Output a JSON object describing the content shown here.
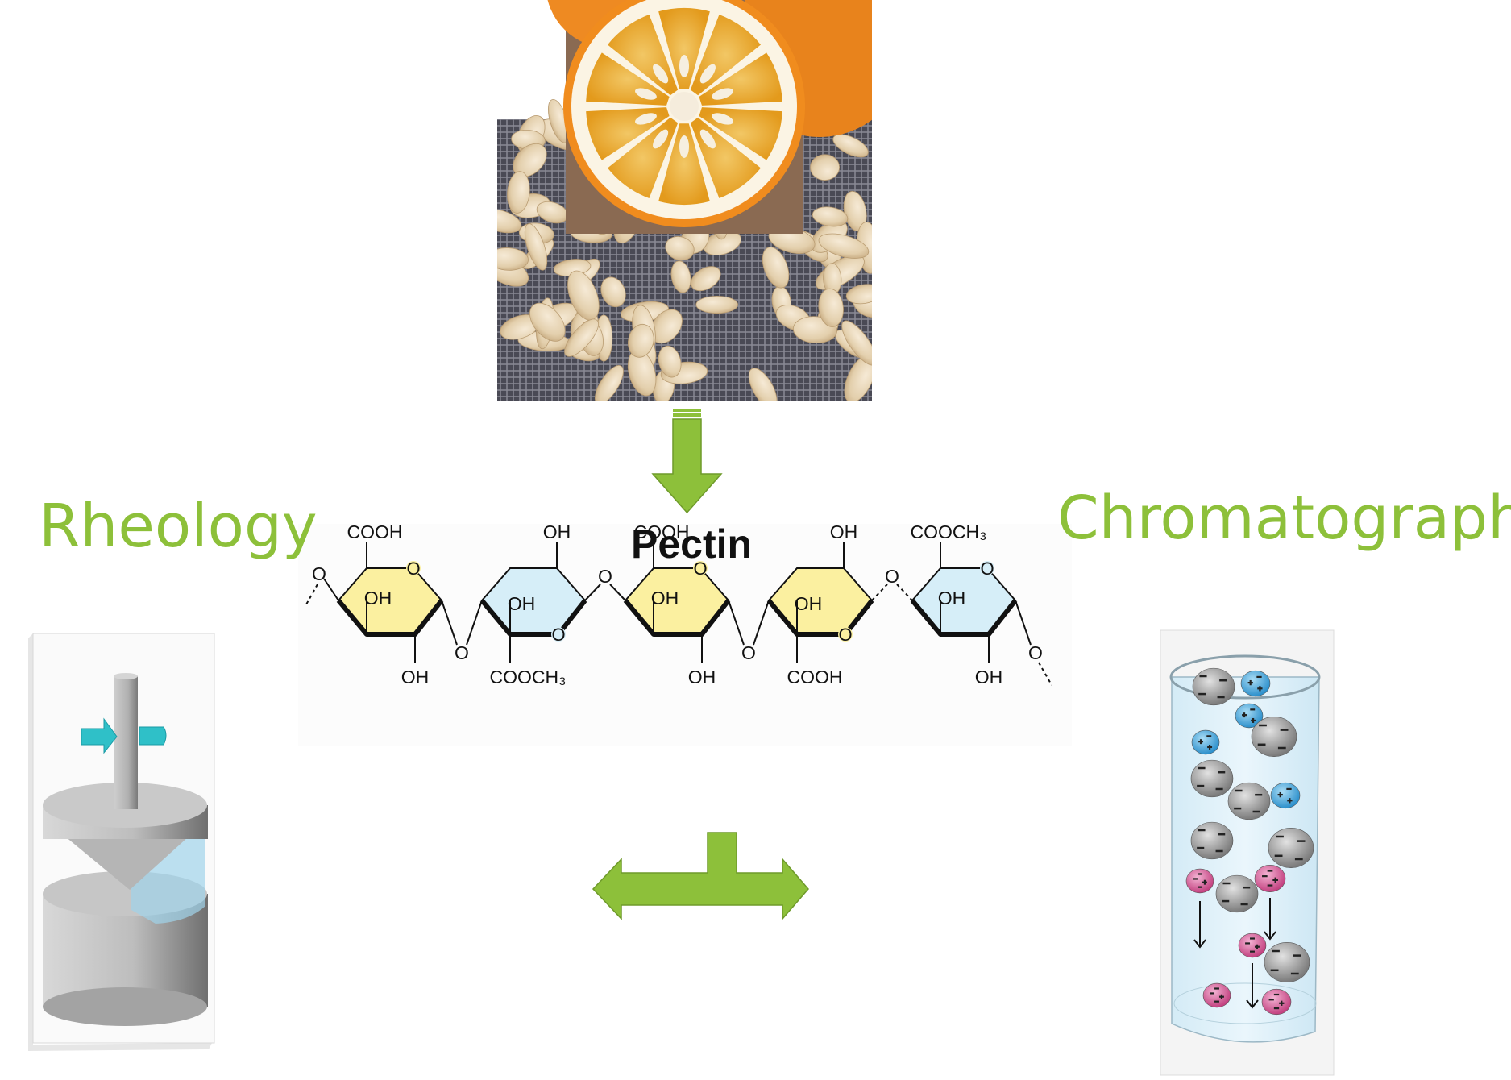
{
  "diagram": {
    "source_images": [
      {
        "name": "citrus-fruit-photo",
        "description": "Halved orange/citrus fruit showing segments and seeds"
      },
      {
        "name": "kernels-photo",
        "description": "Pile of peeled seed kernels on a woven mat"
      }
    ],
    "center": {
      "title": "Pectin",
      "chain_units": [
        {
          "fill": "yellow",
          "top_label": "COOH",
          "ring_label": "OH",
          "bottom_label": "OH"
        },
        {
          "fill": "blue",
          "top_label": "OH",
          "ring_label": "OH",
          "bottom_label": "COOCH3"
        },
        {
          "fill": "yellow",
          "top_label": "COOH",
          "ring_label": "OH",
          "bottom_label": "OH"
        },
        {
          "fill": "yellow",
          "top_label": "OH",
          "ring_label": "OH",
          "bottom_label": "COOH"
        },
        {
          "fill": "blue",
          "top_label": "COOCH3",
          "ring_label": "OH",
          "bottom_label": "OH"
        }
      ],
      "ring_oxygen": "O",
      "linkage_oxygen": "O"
    },
    "left": {
      "label": "Rheology",
      "illustration": "cone-and-plate rheometer with rotation arrow"
    },
    "right": {
      "label": "Chromatography",
      "illustration": "ion exchange column with charged particles"
    },
    "arrows": [
      {
        "name": "down-arrow",
        "from": "sources",
        "to": "Pectin"
      },
      {
        "name": "split-arrow",
        "from": "Pectin",
        "to": [
          "Rheology",
          "Chromatography"
        ]
      }
    ],
    "colors": {
      "accent_green": "#8dc03a",
      "ring_yellow": "#fbf0a0",
      "ring_blue": "#d6eef8",
      "particle_gray": "#9a9a9a",
      "particle_blue": "#3aa3dc",
      "particle_pink": "#cc4d88",
      "rotor_cyan": "#2fc0c8"
    },
    "chart_data": {
      "type": "diagram",
      "title": "Pectin",
      "nodes": [
        "Citrus fruit / kernels",
        "Pectin",
        "Rheology",
        "Chromatography"
      ],
      "edges": [
        [
          "Citrus fruit / kernels",
          "Pectin"
        ],
        [
          "Pectin",
          "Rheology"
        ],
        [
          "Pectin",
          "Chromatography"
        ]
      ]
    }
  }
}
